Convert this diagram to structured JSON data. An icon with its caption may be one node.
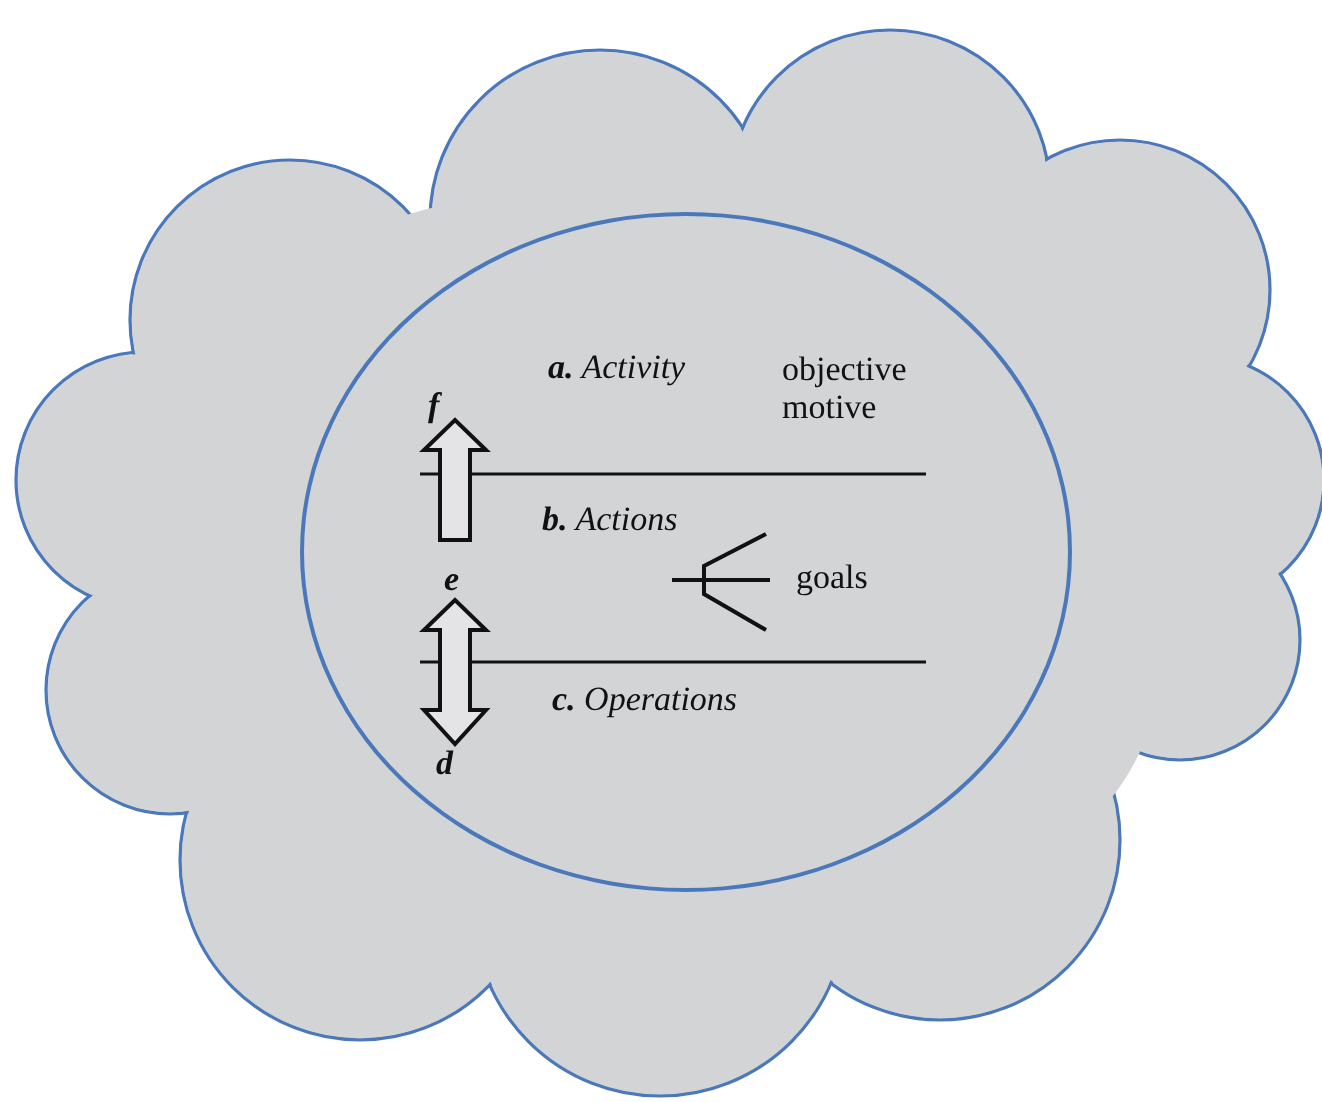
{
  "diagram": {
    "nodes": [
      {
        "text": [],
        "shape": "cloud"
      },
      {
        "text": [],
        "shape": "circle",
        "in": 0
      }
    ],
    "labels": [
      "**a.** Activity",
      "objective motive",
      "f",
      "**b.** Actions",
      "e",
      "goals",
      "**c.** Operations",
      "d"
    ]
  }
}
